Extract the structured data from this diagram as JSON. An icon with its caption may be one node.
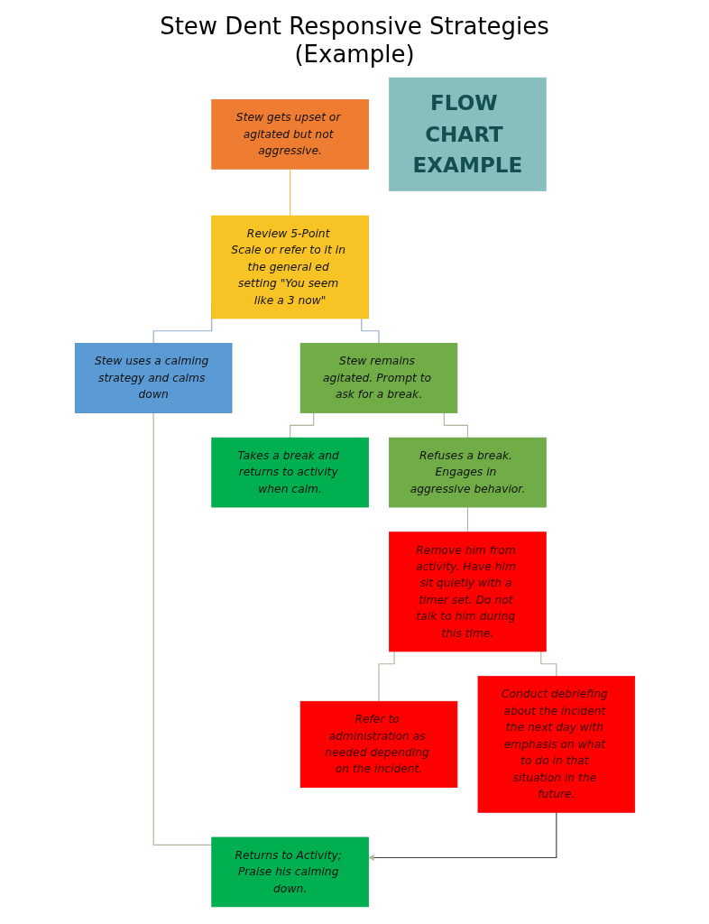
{
  "diagram": {
    "title": "Stew Dent Responsive Strategies (Example)",
    "nodes": [
      {
        "text": [
          "Stew gets upset or agitated but not aggressive."
        ]
      },
      {
        "text": [
          "Review 5-Point Scale or refer to it in the general ed setting \"You seem like a 3 now\""
        ]
      },
      {
        "text": [
          "Stew uses a calming strategy and calms down"
        ]
      },
      {
        "text": [
          "Stew remains agitated. Prompt to ask for a break."
        ]
      },
      {
        "text": [
          "Takes a break and returns to activity when calm."
        ]
      },
      {
        "text": [
          "Refuses a break. Engages in aggressive behavior."
        ]
      },
      {
        "text": [
          "Remove him from activity. Have him sit quietly with a timer set. Do not talk to him during this time."
        ]
      },
      {
        "text": [
          "Refer to administration as needed depending on the incident."
        ]
      },
      {
        "text": [
          "Conduct debriefing about the incident the next day with emphasis on what to do in that situation in the future."
        ]
      },
      {
        "text": [
          "Returns to Activity; Praise his calming down."
        ]
      },
      {
        "text": [
          "FLOW CHART EXAMPLE"
        ]
      }
    ],
    "edges": [
      {
        "from": 0,
        "to": 1,
        "arrow": "none",
        "color": "#f2c14e"
      },
      {
        "from": 1,
        "to": 2,
        "arrow": "none",
        "color": "#8eaacb"
      },
      {
        "from": 1,
        "to": 3,
        "arrow": "none",
        "color": "#8eaacb"
      },
      {
        "from": 3,
        "to": 4,
        "arrow": "none"
      },
      {
        "from": 3,
        "to": 5,
        "arrow": "none"
      },
      {
        "from": 5,
        "to": 6,
        "arrow": "none"
      },
      {
        "from": 6,
        "to": 7,
        "arrow": "none"
      },
      {
        "from": 6,
        "to": 8,
        "arrow": "none"
      },
      {
        "from": 2,
        "to": 9,
        "arrow": "none"
      },
      {
        "from": 8,
        "to": 9,
        "arrow": "to",
        "color": "#404040"
      }
    ]
  }
}
